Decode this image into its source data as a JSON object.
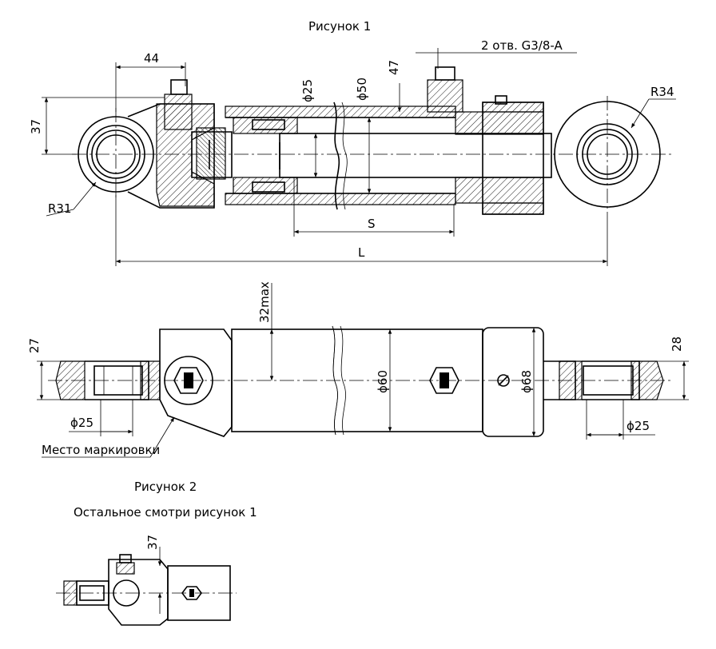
{
  "figure1": {
    "title": "Рисунок 1",
    "dims": {
      "d44": "44",
      "d37": "37",
      "d47": "47",
      "phi25": "ϕ25",
      "phi50": "ϕ50",
      "ports": "2 отв. G3/8-A",
      "r34": "R34",
      "r31": "R31",
      "s": "S",
      "l": "L"
    }
  },
  "view2": {
    "dims": {
      "d27": "27",
      "max32": "32max",
      "phi60": "ϕ60",
      "phi68": "ϕ68",
      "d28": "28",
      "phi25_left": "ϕ25",
      "phi25_right": "ϕ25"
    },
    "marking_label": "Место маркировки"
  },
  "figure2": {
    "title": "Рисунок 2",
    "subtitle": "Остальное смотри рисунок 1",
    "dims": {
      "d37": "37"
    }
  }
}
